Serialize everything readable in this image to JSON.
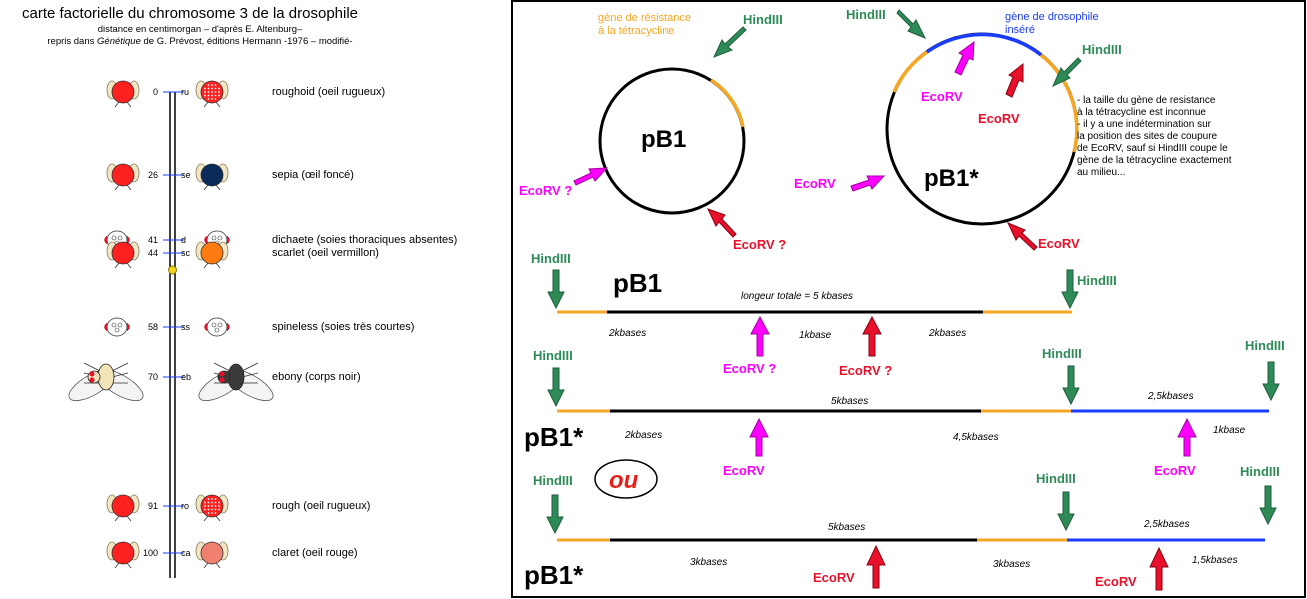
{
  "left": {
    "title": "carte factorielle du chromosome 3 de la drosophile",
    "subtitle1": "distance en centimorgan – d'après E. Altenburg–",
    "subtitle2_prefix": "repris dans ",
    "subtitle2_italic": "Génétique",
    "subtitle2_suffix": " de G. Prévost, éditions Hermann -1976 – modifié-",
    "loci": [
      {
        "distance": "0",
        "symbol": "ru",
        "description": "roughoid (oeil rugueux)",
        "eye_color": "#ff2020",
        "mutant": "rough-eye"
      },
      {
        "distance": "26",
        "symbol": "se",
        "description": "sepia (œil foncé)",
        "eye_color": "#0a2a5a",
        "mutant": "dark-eye"
      },
      {
        "distance": "41",
        "symbol": "d",
        "description": "dichaete (soies thoraciques absentes)",
        "eye_color": "#ffffff",
        "mutant": "thorax"
      },
      {
        "distance": "44",
        "symbol": "sc",
        "description": "scarlet (oeil vermillon)",
        "eye_color": "#ff7a10",
        "mutant": "orange-eye"
      },
      {
        "distance": "58",
        "symbol": "ss",
        "description": "spineless (soies très courtes)",
        "eye_color": "#ffffff",
        "mutant": "thorax"
      },
      {
        "distance": "70",
        "symbol": "eb",
        "description": "ebony (corps noir)",
        "eye_color": "#333333",
        "mutant": "body"
      },
      {
        "distance": "91",
        "symbol": "ro",
        "description": "rough (oeil rugueux)",
        "eye_color": "#ff2020",
        "mutant": "rough-eye"
      },
      {
        "distance": "100",
        "symbol": "ca",
        "description": "claret (oeil rouge)",
        "eye_color": "#f08070",
        "mutant": "claret-eye"
      }
    ]
  },
  "right": {
    "circle1": {
      "name": "pB1",
      "tet_label_line1": "gène de résistance",
      "tet_label_line2": "à la tétracycline",
      "hind": "HindIII",
      "ecorv_left": "EcoRV ?",
      "ecorv_bottom": "EcoRV ?"
    },
    "circle2": {
      "name": "pB1*",
      "hind_left": "HindIII",
      "hind_right": "HindIII",
      "insert_label_line1": "gène de drosophile",
      "insert_label_line2": "inséré",
      "ecorv_1": "EcoRV",
      "ecorv_2": "EcoRV",
      "ecorv_left": "EcoRV",
      "ecorv_bottom": "EcoRV"
    },
    "note_lines": [
      "- la taille du gène de resistance",
      "à la tétracycline est inconnue",
      "- il y a une indétermination sur",
      "la position des sites de coupure",
      "de EcoRV, sauf si HindIII coupe le",
      "gène de la tétracycline exactement",
      "au milieu..."
    ],
    "line1": {
      "name": "pB1",
      "total": "longeur totale = 5 kbases",
      "hind_left": "HindIII",
      "hind_right": "HindIII",
      "seg_left": "2kbases",
      "seg_mid": "1kbase",
      "seg_right": "2kbases",
      "ecorv_1": "EcoRV ?",
      "ecorv_2": "EcoRV ?"
    },
    "line2": {
      "name": "pB1*",
      "hind_left": "HindIII",
      "hind_mid": "HindIII",
      "hind_right": "HindIII",
      "top_mid": "5kbases",
      "top_right": "2,5kbases",
      "bottom_left": "2kbases",
      "bottom_mid": "4,5kbases",
      "bottom_right": "1kbase",
      "ecorv_1": "EcoRV",
      "ecorv_2": "EcoRV"
    },
    "ou": "ou",
    "line3": {
      "name": "pB1*",
      "hind_left": "HindIII",
      "hind_mid": "HindIII",
      "hind_right": "HindIII",
      "top_mid": "5kbases",
      "top_right": "2,5kbases",
      "bottom_left": "3kbases",
      "bottom_mid": "3kbases",
      "bottom_right": "1,5kbases",
      "ecorv_1": "EcoRV",
      "ecorv_2": "EcoRV"
    },
    "colors": {
      "hind_green": "#2e8b57",
      "ecorv_magenta": "#ff00ff",
      "ecorv_red": "#e8102a",
      "tet_orange": "#f5a623",
      "insert_blue": "#1a3cff",
      "frame": "#000000"
    }
  }
}
